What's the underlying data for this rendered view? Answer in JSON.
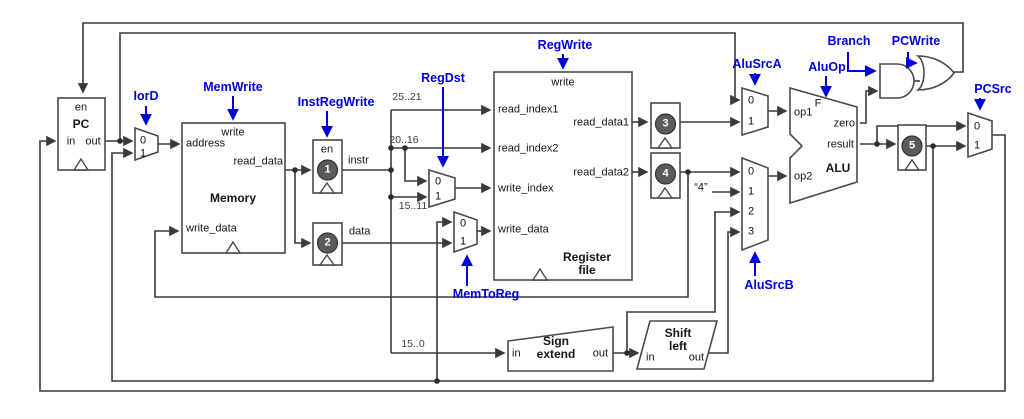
{
  "controls": {
    "iord": "IorD",
    "memwrite": "MemWrite",
    "instregwrite": "InstRegWrite",
    "regdst": "RegDst",
    "regwrite": "RegWrite",
    "memtoreg": "MemToReg",
    "alusrca": "AluSrcA",
    "aluop": "AluOp",
    "alusrcb": "AluSrcB",
    "branch": "Branch",
    "pcwrite": "PCWrite",
    "pcsrc": "PCSrc"
  },
  "pc": {
    "en": "en",
    "name": "PC",
    "in": "in",
    "out": "out"
  },
  "memory": {
    "write": "write",
    "address": "address",
    "read_data": "read_data",
    "name": "Memory",
    "write_data": "write_data"
  },
  "regfile": {
    "write": "write",
    "read_index1": "read_index1",
    "read_data1": "read_data1",
    "read_index2": "read_index2",
    "read_data2": "read_data2",
    "write_index": "write_index",
    "write_data": "write_data",
    "name_line1": "Register",
    "name_line2": "file"
  },
  "alu": {
    "op1": "op1",
    "op2": "op2",
    "f": "F",
    "zero": "zero",
    "result": "result",
    "name": "ALU"
  },
  "sign_extend": {
    "in": "in",
    "out": "out",
    "name_line1": "Sign",
    "name_line2": "extend"
  },
  "shift_left": {
    "in": "in",
    "out": "out",
    "name_line1": "Shift",
    "name_line2": "left"
  },
  "registers": {
    "en": "en",
    "r1": "1",
    "r2": "2",
    "r3": "3",
    "r4": "4",
    "r5": "5",
    "instr": "instr",
    "data": "data"
  },
  "mux_options": {
    "o0": "0",
    "o1": "1",
    "o2": "2",
    "o3": "3"
  },
  "bit_ranges": {
    "b25_21": "25..21",
    "b20_16": "20..16",
    "b15_11": "15..11",
    "b15_0": "15..0"
  },
  "constants": {
    "four": "“4”"
  },
  "colors": {
    "control_blue": "#0000dd",
    "wire_dark": "#3a3a3a"
  }
}
